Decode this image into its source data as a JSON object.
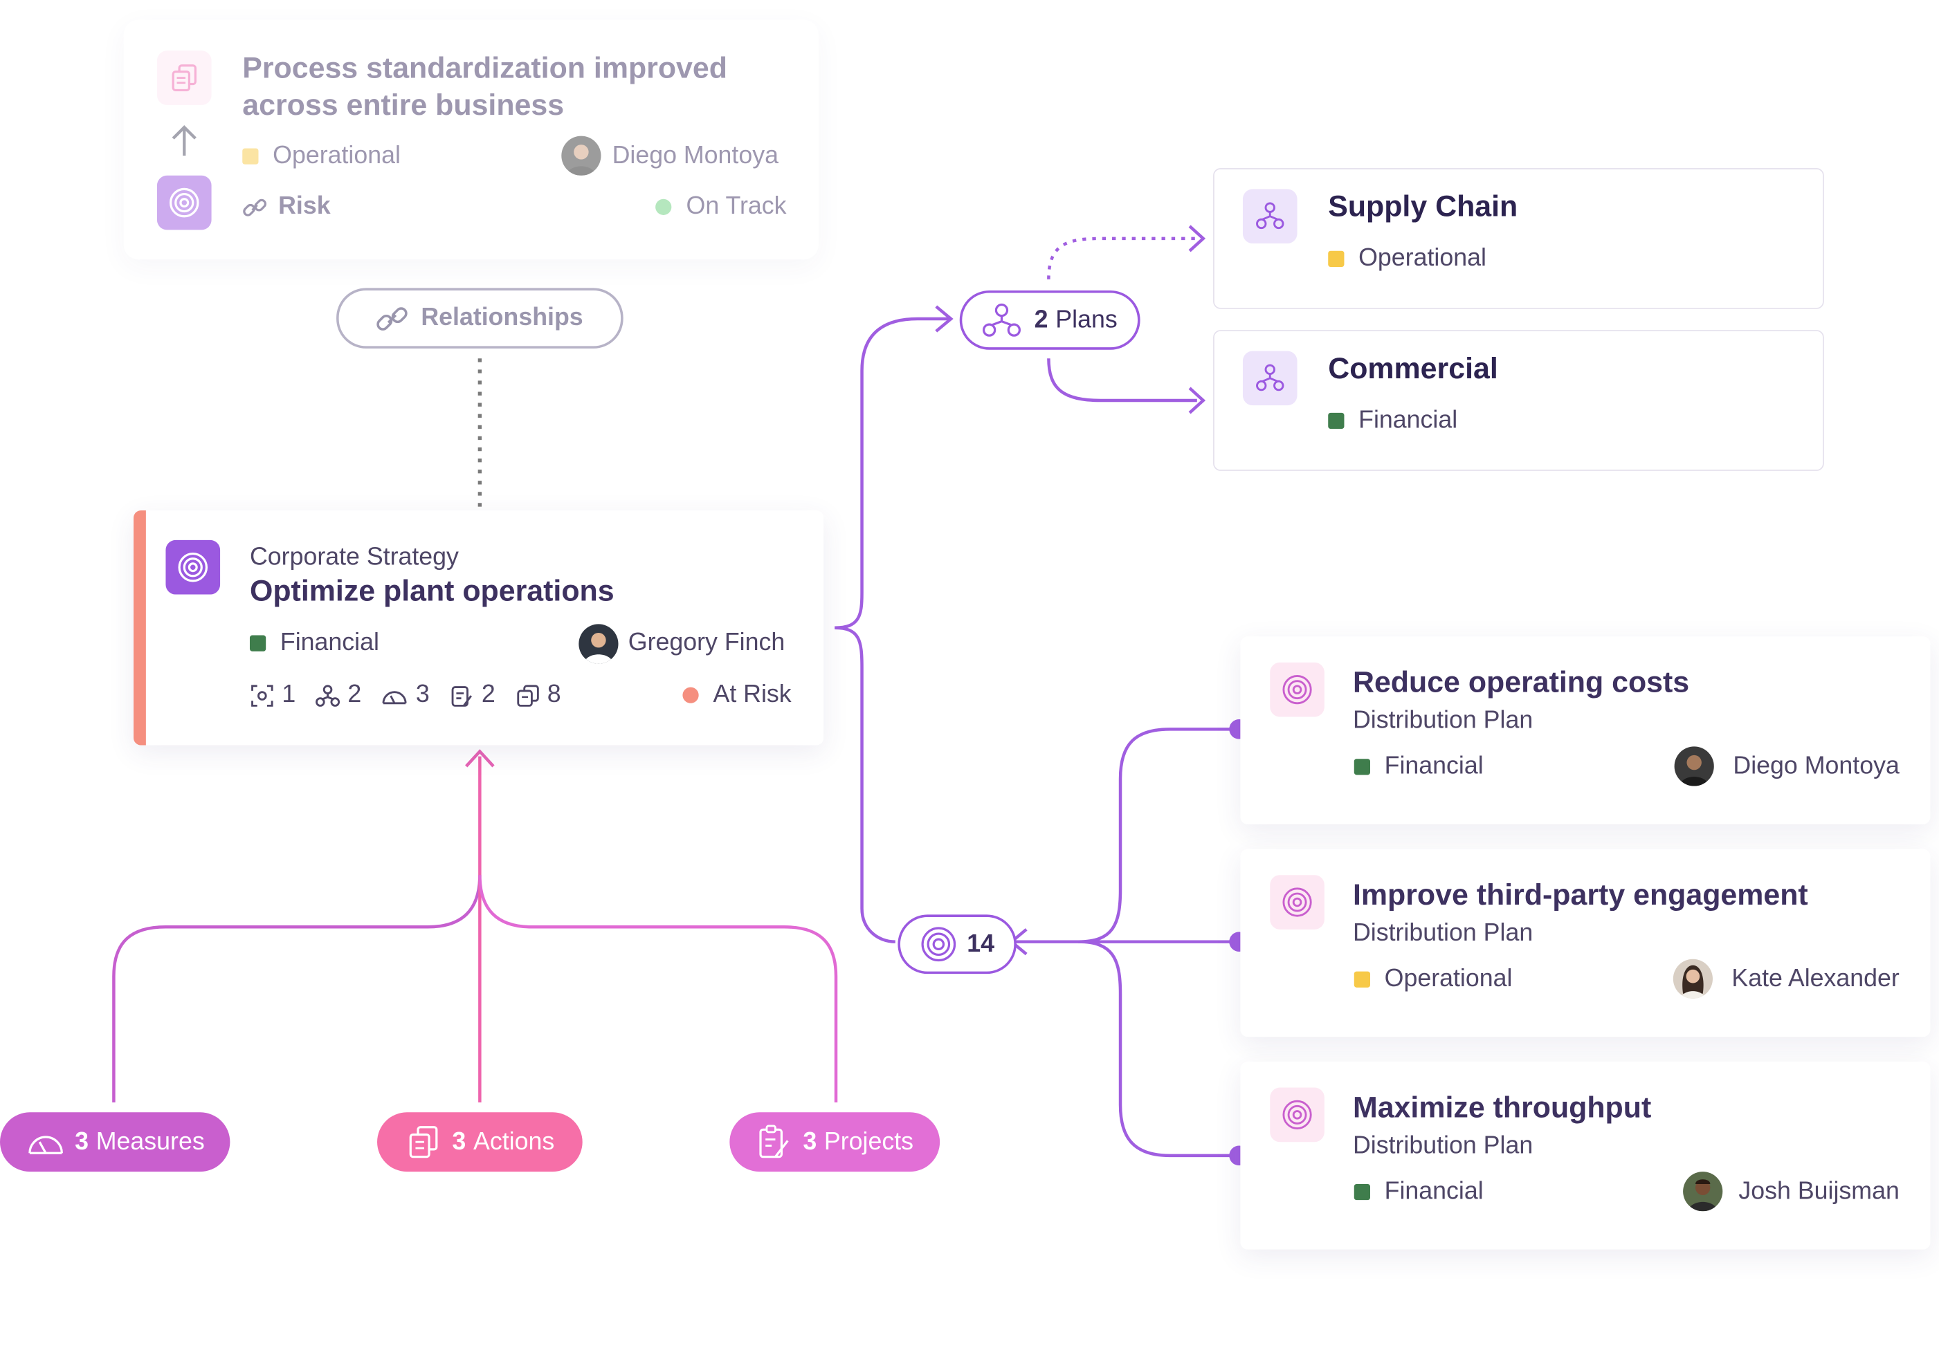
{
  "parent_goal": {
    "title_line1": "Process standardization improved",
    "title_line2": "across entire business",
    "category": "Operational",
    "category_color": "#f7c948",
    "owner": "Diego Montoya",
    "link_label": "Risk",
    "status": "On Track",
    "status_color": "#6ccf7f"
  },
  "relationships_label": "Relationships",
  "main_goal": {
    "group": "Corporate Strategy",
    "title": "Optimize plant operations",
    "category": "Financial",
    "category_color": "#3f7d4c",
    "owner": "Gregory Finch",
    "stats": [
      "1",
      "2",
      "3",
      "2",
      "8"
    ],
    "status": "At Risk",
    "status_color": "#f58f7f",
    "accent_color": "#f58f7f"
  },
  "plans_badge": {
    "count": "2",
    "label": "Plans"
  },
  "plans": [
    {
      "title": "Supply Chain",
      "category": "Operational",
      "color": "#f7c948"
    },
    {
      "title": "Commercial",
      "category": "Financial",
      "color": "#3f7d4c"
    }
  ],
  "goals_badge": {
    "count": "14"
  },
  "child_goals": [
    {
      "title": "Reduce operating costs",
      "plan": "Distribution Plan",
      "category": "Financial",
      "color": "#3f7d4c",
      "owner": "Diego Montoya"
    },
    {
      "title": "Improve third-party engagement",
      "plan": "Distribution Plan",
      "category": "Operational",
      "color": "#f7c948",
      "owner": "Kate Alexander"
    },
    {
      "title": "Maximize throughput",
      "plan": "Distribution Plan",
      "category": "Financial",
      "color": "#3f7d4c",
      "owner": "Josh Buijsman"
    }
  ],
  "bottom_pills": {
    "measures": {
      "count": "3",
      "label": "Measures",
      "color": "#c95fce"
    },
    "actions": {
      "count": "3",
      "label": "Actions",
      "color": "#f66fa8"
    },
    "projects": {
      "count": "3",
      "label": "Projects",
      "color": "#e26fd6"
    }
  },
  "accent": "#9b59e0"
}
